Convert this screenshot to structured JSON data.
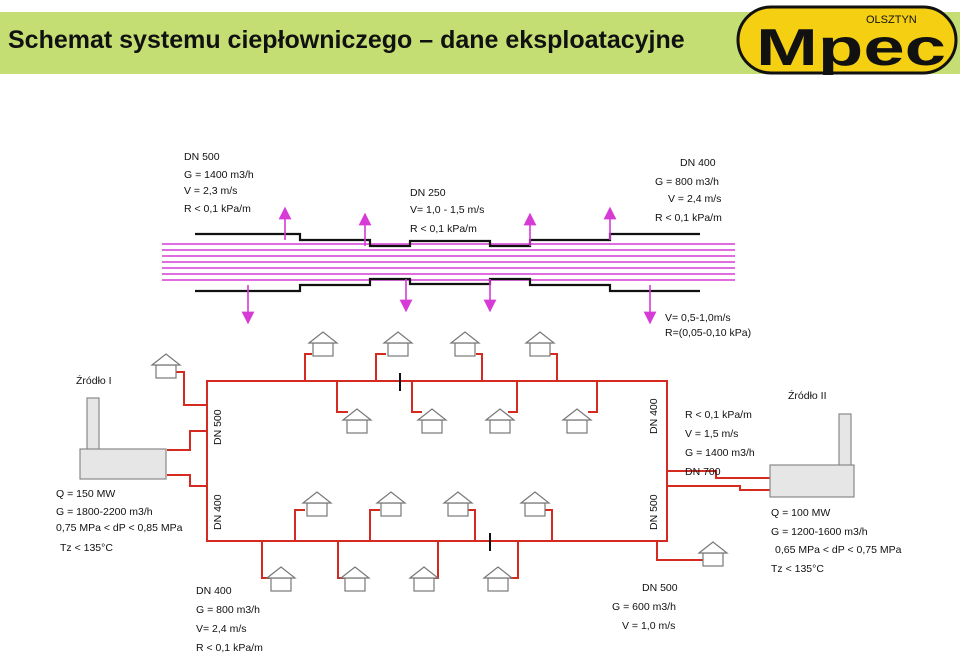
{
  "header": {
    "title": "Schemat systemu ciepłowniczego – dane eksploatacyjne",
    "logo_city": "OLSZTYN",
    "logo_text": "Mpec"
  },
  "colors": {
    "header_bg": "#c4de73",
    "network_red": "#d42a1f",
    "magenta": "#d63bd6",
    "black_line": "#111111",
    "logo_yellow": "#f5cf12"
  },
  "top_scheme": {
    "dn500": {
      "line1": "DN 500",
      "line2": "G = 1400 m3/h",
      "line3": "V = 2,3 m/s",
      "line4": "R < 0,1 kPa/m"
    },
    "dn250": {
      "line1": "DN 250",
      "line2": "V= 1,0 - 1,5 m/s",
      "line3": "R < 0,1 kPa/m"
    },
    "dn400": {
      "line1": "DN 400",
      "line2": "G = 800 m3/h",
      "line3": "V = 2,4 m/s",
      "line4": "R < 0,1 kPa/m"
    },
    "branch": {
      "line1": "V= 0,5-1,0m/s",
      "line2": "R=(0,05-0,10 kPa)"
    }
  },
  "sources": {
    "source1": {
      "name": "Źródło I",
      "q": "Q = 150 MW",
      "g": "G = 1800-2200 m3/h",
      "dp": "0,75 MPa < dP < 0,85 MPa",
      "tz": "Tz < 135°C"
    },
    "source2": {
      "name": "Źródło II",
      "q": "Q = 100 MW",
      "g": "G = 1200-1600 m3/h",
      "dp": "0,65 MPa < dP < 0,75 MPa",
      "tz": "Tz < 135°C"
    }
  },
  "pipes": {
    "left_upper": "DN 500",
    "left_lower": "DN 400",
    "right_upper": "DN 400",
    "right_lower": "DN 500",
    "right_info": {
      "r": "R < 0,1 kPa/m",
      "v": "V = 1,5 m/s",
      "g": "G = 1400 m3/h",
      "dn": "DN 700"
    }
  },
  "bottom_left": {
    "line1": "DN 400",
    "line2": "G = 800 m3/h",
    "line3": "V= 2,4 m/s",
    "line4": "R < 0,1 kPa/m"
  },
  "bottom_right": {
    "line1": "DN 500",
    "line2": "G = 600 m3/h",
    "line3": "V = 1,0 m/s"
  }
}
